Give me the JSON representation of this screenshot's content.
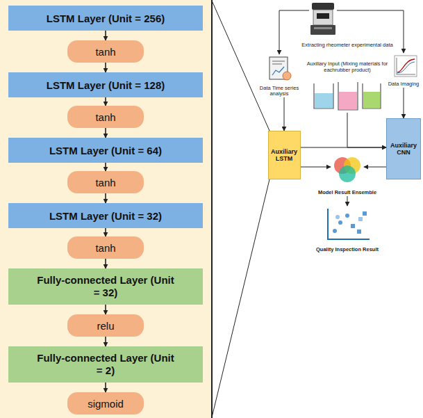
{
  "diagram": {
    "nodes": [
      {
        "text": [
          "LSTM Layer (Unit = 256)"
        ]
      },
      {
        "text": [
          "tanh"
        ]
      },
      {
        "text": [
          "LSTM Layer (Unit = 128)"
        ]
      },
      {
        "text": [
          "tanh"
        ]
      },
      {
        "text": [
          "LSTM Layer (Unit = 64)"
        ]
      },
      {
        "text": [
          "tanh"
        ]
      },
      {
        "text": [
          "LSTM Layer (Unit = 32)"
        ]
      },
      {
        "text": [
          "tanh"
        ]
      },
      {
        "text": [
          "Fully-connected Layer (Unit = 32)"
        ]
      },
      {
        "text": [
          "relu"
        ]
      },
      {
        "text": [
          "Fully-connected Layer (Unit = 2)"
        ]
      },
      {
        "text": [
          "sigmoid"
        ]
      },
      {
        "text": [
          "Extracting rheometer experimental data"
        ]
      },
      {
        "text": [
          "Data Time series analysis"
        ]
      },
      {
        "text": [
          "Data Imaging"
        ]
      },
      {
        "text": [
          "Auxiliary Input (Mixing materials for eachrubber product)"
        ]
      },
      {
        "text": [
          "Auxiliary LSTM"
        ]
      },
      {
        "text": [
          "Auxiliary CNN"
        ]
      },
      {
        "text": [
          "Model Result Ensemble"
        ]
      },
      {
        "text": [
          "Quality Inspection Result"
        ]
      }
    ],
    "edges": [
      {
        "from": 0,
        "to": 1,
        "arrow": "to"
      },
      {
        "from": 1,
        "to": 2,
        "arrow": "to"
      },
      {
        "from": 2,
        "to": 3,
        "arrow": "to"
      },
      {
        "from": 3,
        "to": 4,
        "arrow": "to"
      },
      {
        "from": 4,
        "to": 5,
        "arrow": "to"
      },
      {
        "from": 5,
        "to": 6,
        "arrow": "to"
      },
      {
        "from": 6,
        "to": 7,
        "arrow": "to"
      },
      {
        "from": 7,
        "to": 8,
        "arrow": "to"
      },
      {
        "from": 8,
        "to": 9,
        "arrow": "to"
      },
      {
        "from": 9,
        "to": 10,
        "arrow": "to"
      },
      {
        "from": 10,
        "to": 11,
        "arrow": "to"
      },
      {
        "from": 12,
        "to": 13,
        "arrow": "to"
      },
      {
        "from": 12,
        "to": 14,
        "arrow": "to"
      },
      {
        "from": 13,
        "to": 16,
        "arrow": "to"
      },
      {
        "from": 14,
        "to": 17,
        "arrow": "to"
      },
      {
        "from": 16,
        "to": 17,
        "arrow": "to"
      },
      {
        "from": 15,
        "to": 17,
        "arrow": "to"
      },
      {
        "from": 16,
        "to": 18,
        "arrow": "to"
      },
      {
        "from": 17,
        "to": 18,
        "arrow": "to"
      },
      {
        "from": 18,
        "to": 19,
        "arrow": "to"
      }
    ]
  }
}
